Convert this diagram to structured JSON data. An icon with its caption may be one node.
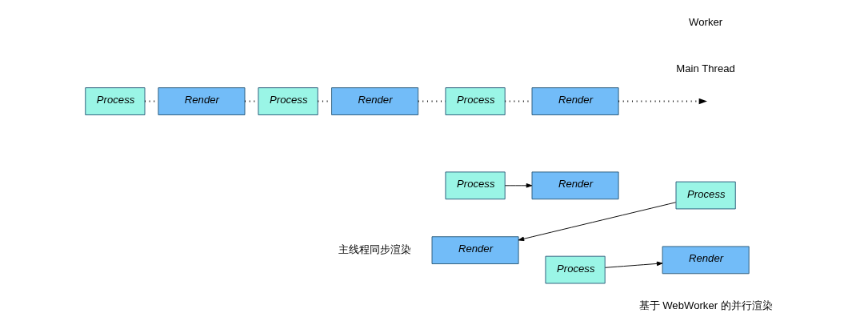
{
  "diagram": {
    "nodes": [
      {
        "text": [
          "Process"
        ]
      },
      {
        "text": [
          "Render"
        ]
      },
      {
        "text": [
          "Process"
        ]
      },
      {
        "text": [
          "Render"
        ]
      },
      {
        "text": [
          "Process"
        ]
      },
      {
        "text": [
          "Render"
        ]
      },
      {
        "text": [
          "Render"
        ]
      },
      {
        "text": [
          "Render"
        ]
      },
      {
        "text": [
          "Render"
        ]
      },
      {
        "text": [
          "Process"
        ]
      },
      {
        "text": [
          "Process"
        ]
      },
      {
        "text": [
          "Process"
        ]
      }
    ],
    "edges": [
      {
        "from": 0,
        "to": 1,
        "arrow": "none",
        "style": "dashed"
      },
      {
        "from": 1,
        "to": 2,
        "arrow": "none",
        "style": "dashed"
      },
      {
        "from": 2,
        "to": 3,
        "arrow": "none",
        "style": "dashed"
      },
      {
        "from": 3,
        "to": 4,
        "arrow": "none",
        "style": "dashed"
      },
      {
        "from": 4,
        "to": 5,
        "arrow": "none",
        "style": "dashed"
      },
      {
        "from": 5,
        "to": null,
        "arrow": "to",
        "style": "dashed"
      },
      {
        "from": 9,
        "to": 6,
        "arrow": "to"
      },
      {
        "from": 10,
        "to": 7,
        "arrow": "to"
      },
      {
        "from": 11,
        "to": 8,
        "arrow": "to"
      }
    ],
    "labels": [
      "主线程同步渲染",
      "Main Thread",
      "Worker",
      "基于 WebWorker 的并行渲染"
    ]
  }
}
